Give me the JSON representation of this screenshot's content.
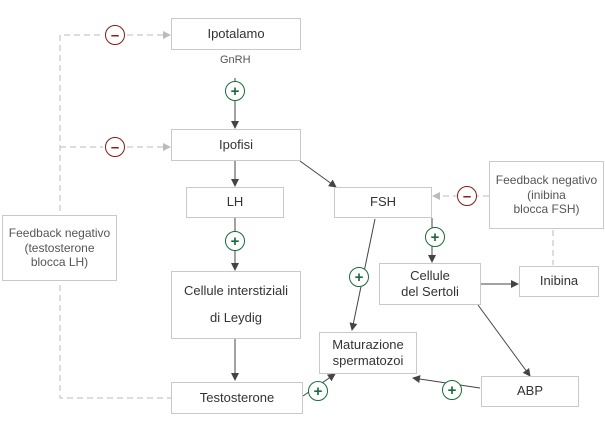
{
  "nodes": {
    "ipotalamo": "Ipotalamo",
    "ipofisi": "Ipofisi",
    "lh": "LH",
    "fsh": "FSH",
    "leydig": [
      "Cellule interstiziali",
      "di Leydig"
    ],
    "testosterone": "Testosterone",
    "sertoli": [
      "Cellule",
      "del Sertoli"
    ],
    "inibina": "Inibina",
    "maturazione": [
      "Maturazione",
      "spermatozoi"
    ],
    "abp": "ABP"
  },
  "edge_labels": {
    "gnrh": "GnRH"
  },
  "notes": {
    "feedback_lh": [
      "Feedback negativo",
      "(testosterone",
      "blocca LH)"
    ],
    "feedback_fsh": [
      "Feedback negativo",
      "(inibina",
      "blocca FSH)"
    ]
  },
  "signs": {
    "plus": "+",
    "minus": "–"
  },
  "colors": {
    "plus": "#1a6b3a",
    "minus": "#8b1a1a",
    "line": "#444444",
    "dashed": "#bbbbbb",
    "border": "#c9c9c9"
  }
}
